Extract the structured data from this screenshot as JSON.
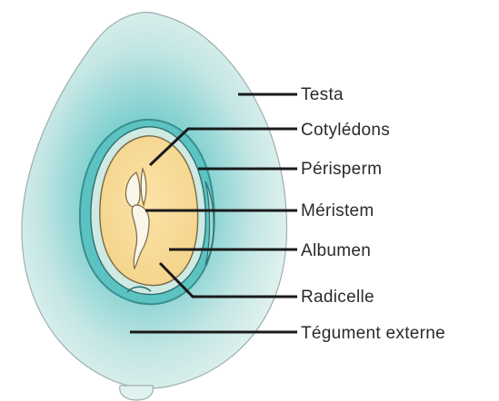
{
  "labels": {
    "testa": "Testa",
    "cotyledons": "Cotylédons",
    "perisperm": "Périsperm",
    "meristem": "Méristem",
    "albumen": "Albumen",
    "radicelle": "Radicelle",
    "tegument": "Tégument externe"
  },
  "colors": {
    "seed_outer": "#d8ecea",
    "seed_teal": "#5fc4c4",
    "albumen": "#f8dc98",
    "embryo": "#fbf6ea",
    "leader": "#1a1a1a",
    "text": "#2a2a2a"
  }
}
